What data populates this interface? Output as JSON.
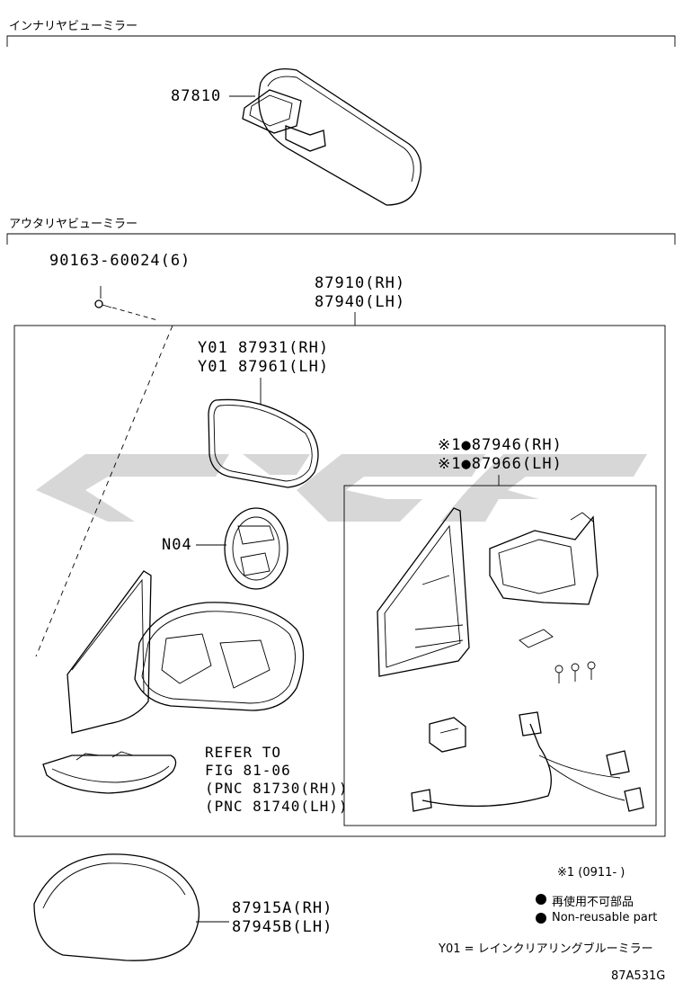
{
  "sections": {
    "interior_title": "インナリヤビューミラー",
    "exterior_title": "アウタリヤビューミラー"
  },
  "parts": {
    "interior_mirror": "87810",
    "screw": "90163-60024(6)",
    "assembly_rh": "87910(RH)",
    "assembly_lh": "87940(LH)",
    "glass_rh": "Y01 87931(RH)",
    "glass_lh": "Y01 87961(LH)",
    "motor": "N04",
    "sub_rh": "※1●87946(RH)",
    "sub_lh": "※1●87966(LH)",
    "refer_line1": "REFER TO",
    "refer_line2": "FIG 81-06",
    "refer_line3": "(PNC 81730(RH))",
    "refer_line4": "(PNC 81740(LH))",
    "cover_rh": "87915A(RH)",
    "cover_lh": "87945B(LH)"
  },
  "legend": {
    "date_note": "※1 (0911-      )",
    "nonreusable_jp": "再使用不可部品",
    "nonreusable_en": "Non-reusable part",
    "y01_note": "Y01 = レインクリアリングブルーミラー"
  },
  "figure_id": "87A531G"
}
